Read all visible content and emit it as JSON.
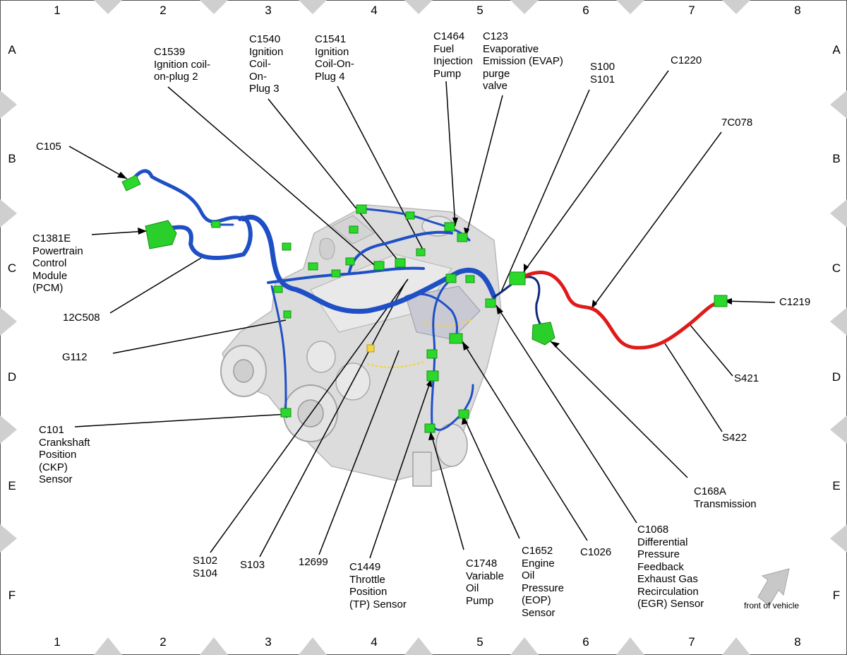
{
  "grid": {
    "columns": [
      "1",
      "2",
      "3",
      "4",
      "5",
      "6",
      "7",
      "8"
    ],
    "rows": [
      "A",
      "B",
      "C",
      "D",
      "E",
      "F"
    ]
  },
  "colors": {
    "harness_main": "#1f4fc4",
    "harness_dark": "#0d2a7a",
    "harness_transmission": "#e01a1a",
    "connector": "#2bd92b",
    "engine": "#d9d9d9",
    "frame_marker": "#cfcfcf",
    "arrow": "#c8c8c8"
  },
  "labels": {
    "c105": "C105",
    "c1381e": "C1381E\nPowertrain\nControl\nModule\n(PCM)",
    "c12c508": "12C508",
    "g112": "G112",
    "c101": "C101\nCrankshaft\nPosition\n(CKP)\nSensor",
    "c1539": "C1539\nIgnition coil-\non-plug 2",
    "c1540": "C1540\nIgnition\nCoil-\nOn-\nPlug 3",
    "c1541": "C1541\nIgnition\nCoil-On-\nPlug 4",
    "c1464": "C1464\nFuel\nInjection\nPump",
    "c123": "C123\nEvaporative\nEmission (EVAP)\npurge\nvalve",
    "s100": "S100\nS101",
    "c1220": "C1220",
    "c7c078": "7C078",
    "c1219": "C1219",
    "s421": "S421",
    "s422": "S422",
    "c168a": "C168A\nTransmission",
    "c1068": "C1068\nDifferential\nPressure\nFeedback\nExhaust Gas\nRecirculation\n(EGR) Sensor",
    "c1026": "C1026",
    "c1652": "C1652\nEngine\nOil\nPressure\n(EOP)\nSensor",
    "c1748": "C1748\nVariable\nOil\nPump",
    "c1449": "C1449\nThrottle\nPosition\n(TP) Sensor",
    "c12699": "12699",
    "s103": "S103",
    "s102": "S102\nS104"
  },
  "front_of_vehicle": "front of vehicle"
}
